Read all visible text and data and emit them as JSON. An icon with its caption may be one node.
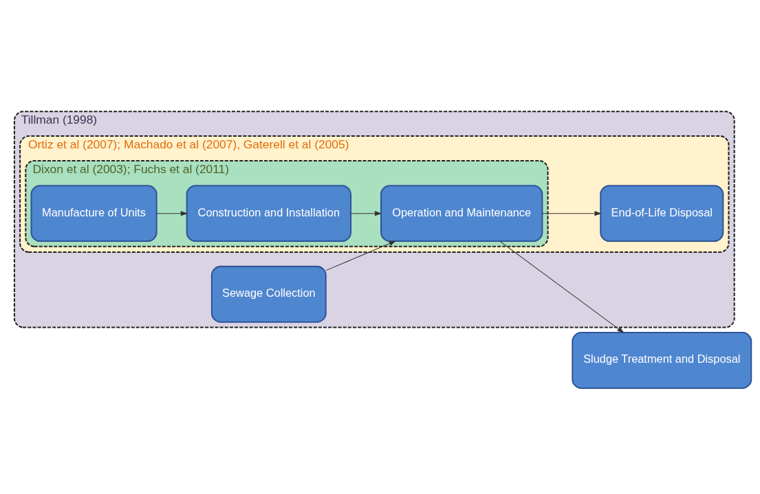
{
  "diagram": {
    "nodes": [
      {
        "text": [
          "Tillman (1998)"
        ]
      },
      {
        "text": [
          "Sewage Collection"
        ],
        "in": 0
      },
      {
        "text": [
          "Ortiz et al (2007); Machado et al (2007), Gaterell et al (2005)"
        ],
        "in": 0
      },
      {
        "text": [
          "Dixon et al (2003); Fuchs et al (2011)"
        ],
        "in": 2
      },
      {
        "text": [
          "Manufacture of Units"
        ],
        "in": 3
      },
      {
        "text": [
          "Construction and Installation"
        ],
        "in": 3
      },
      {
        "text": [
          "Operation and Maintenance"
        ],
        "in": 3
      },
      {
        "text": [
          "End-of-Life Disposal"
        ],
        "in": 2
      },
      {
        "text": [
          "Sludge Treatment and Disposal"
        ]
      }
    ],
    "edges": [
      {
        "from": 4,
        "to": 5,
        "arrow": "to"
      },
      {
        "from": 5,
        "to": 6,
        "arrow": "to"
      },
      {
        "from": 1,
        "to": 6,
        "arrow": "to"
      },
      {
        "from": 6,
        "to": 7,
        "arrow": "to"
      },
      {
        "from": 6,
        "to": 8,
        "arrow": "to"
      }
    ]
  }
}
